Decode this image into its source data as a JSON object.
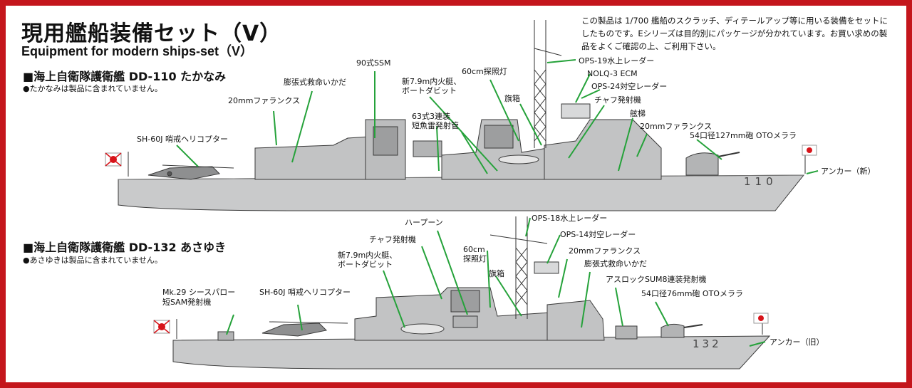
{
  "title_jp": "現用艦船装備セット（V）",
  "title_en": "Equipment for modern ships-set（V）",
  "description": "この製品は 1/700 艦船のスクラッチ、ディテールアップ等に用いる装備をセットにしたものです。Eシリーズは目的別にパッケージが分かれています。お買い求めの製品をよくご確認の上、ご利用下さい。",
  "ship1": {
    "title": "■海上自衛隊護衛艦 DD-110 たかなみ",
    "note": "●たかなみは製品に含まれていません。",
    "hull_number": "110",
    "labels": {
      "sh60j": "SH-60J 哨戒ヘリコプター",
      "ciws_aft": "20mmファランクス",
      "liferaft": "膨張式救命いかだ",
      "ssm": "90式SSM",
      "boat_1": "新7.9m内火艇、",
      "boat_2": "ボートダビット",
      "torpedo_1": "63式3連装",
      "torpedo_2": "短魚雷発射管",
      "searchlight": "60cm探照灯",
      "flag_locker": "旗箱",
      "ops19": "OPS-19水上レーダー",
      "nolq3": "NOLQ-3 ECM",
      "ops24": "OPS-24対空レーダー",
      "chaff": "チャフ発射機",
      "ladder": "舷梯",
      "ciws_fwd": "20mmファランクス",
      "gun": "54口径127mm砲 OTOメララ",
      "anchor": "アンカー（新）"
    }
  },
  "ship2": {
    "title": "■海上自衛隊護衛艦 DD-132 あさゆき",
    "note": "●あさゆきは製品に含まれていません。",
    "hull_number": "132",
    "labels": {
      "seasparrow_1": "Mk.29 シースパロー",
      "seasparrow_2": "短SAM発射機",
      "sh60j": "SH-60J 哨戒ヘリコプター",
      "boat_1": "新7.9m内火艇、",
      "boat_2": "ボートダビット",
      "chaff": "チャフ発射機",
      "harpoon": "ハープーン",
      "searchlight_1": "60cm",
      "searchlight_2": "探照灯",
      "flag_locker": "旗箱",
      "ops18": "OPS-18水上レーダー",
      "ops14": "OPS-14対空レーダー",
      "ciws": "20mmファランクス",
      "liferaft": "膨張式救命いかだ",
      "asroc": "アスロックSUM8連装発射機",
      "gun": "54口径76mm砲 OTOメララ",
      "anchor": "アンカー（旧）"
    }
  },
  "colors": {
    "frame": "#c4161c",
    "hull": "#c9cacb",
    "deck": "#b5b6b8",
    "outline": "#3a3a3a",
    "leader": "#25a23a",
    "flag_red": "#d7141a"
  }
}
